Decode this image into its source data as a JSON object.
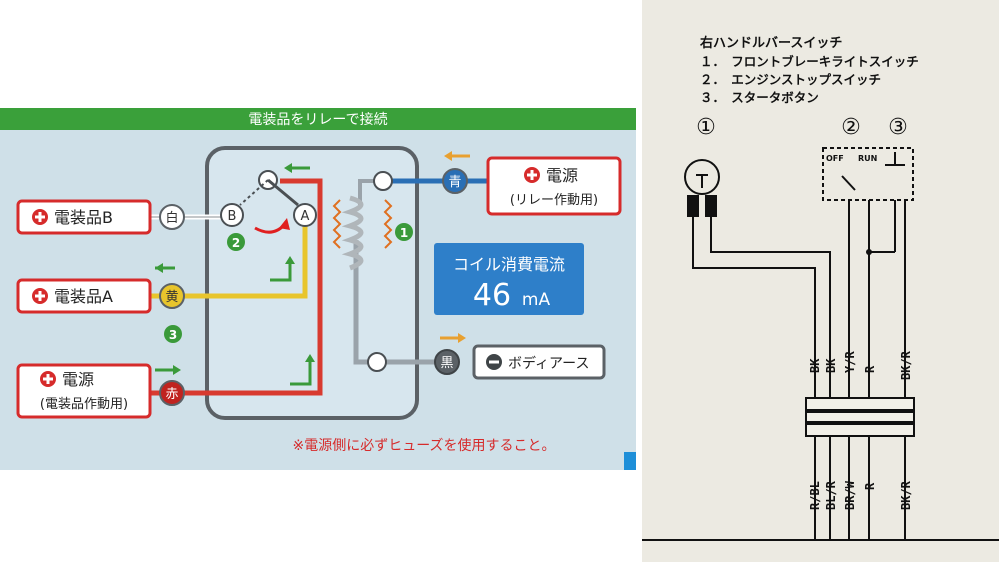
{
  "left_panel": {
    "banner_text": "電装品をリレーで接続",
    "coil_label": "コイル消費電流",
    "coil_value": "46",
    "coil_unit": "mA",
    "warning": "※電源側に必ずヒューズを使用すること。",
    "terminals": {
      "white": "白",
      "yellow": "黄",
      "red": "赤",
      "blue": "青",
      "black": "黒",
      "a": "A",
      "b": "B"
    },
    "boxes": {
      "load_b": "電装品B",
      "load_a": "電装品A",
      "power_load_line1": "電源",
      "power_load_line2": "(電装品作動用)",
      "power_relay_line1": "電源",
      "power_relay_line2": "(リレー作動用)",
      "ground": "ボディアース"
    },
    "steps": [
      "1",
      "2",
      "3"
    ],
    "colors": {
      "panel_bg": "#cfe0e8",
      "box_red": "#d62b2b",
      "wire_red": "#d83a2f",
      "wire_yellow": "#e8c52c",
      "wire_blue": "#2a6fb5",
      "wire_gray": "#9aa3aa",
      "banner_green": "#3aa03a",
      "coil_box": "#2e7fc9",
      "step_green": "#3a9a3a",
      "arrow_orange": "#e8a030"
    }
  },
  "right_panel": {
    "title": "右ハンドルバースイッチ",
    "items": [
      "１．　フロントブレーキライトスイッチ",
      "２．　エンジンストップスイッチ",
      "３．　スタータボタン"
    ],
    "markers": [
      "①",
      "②",
      "③"
    ],
    "switch_labels": [
      "OFF",
      "RUN"
    ],
    "upper_wire_labels": [
      "BK",
      "BK",
      "Y/R",
      "R",
      "BK/R"
    ],
    "lower_wire_labels": [
      "R/BL",
      "BL/R",
      "BR/W",
      "R",
      "BK/R"
    ]
  }
}
